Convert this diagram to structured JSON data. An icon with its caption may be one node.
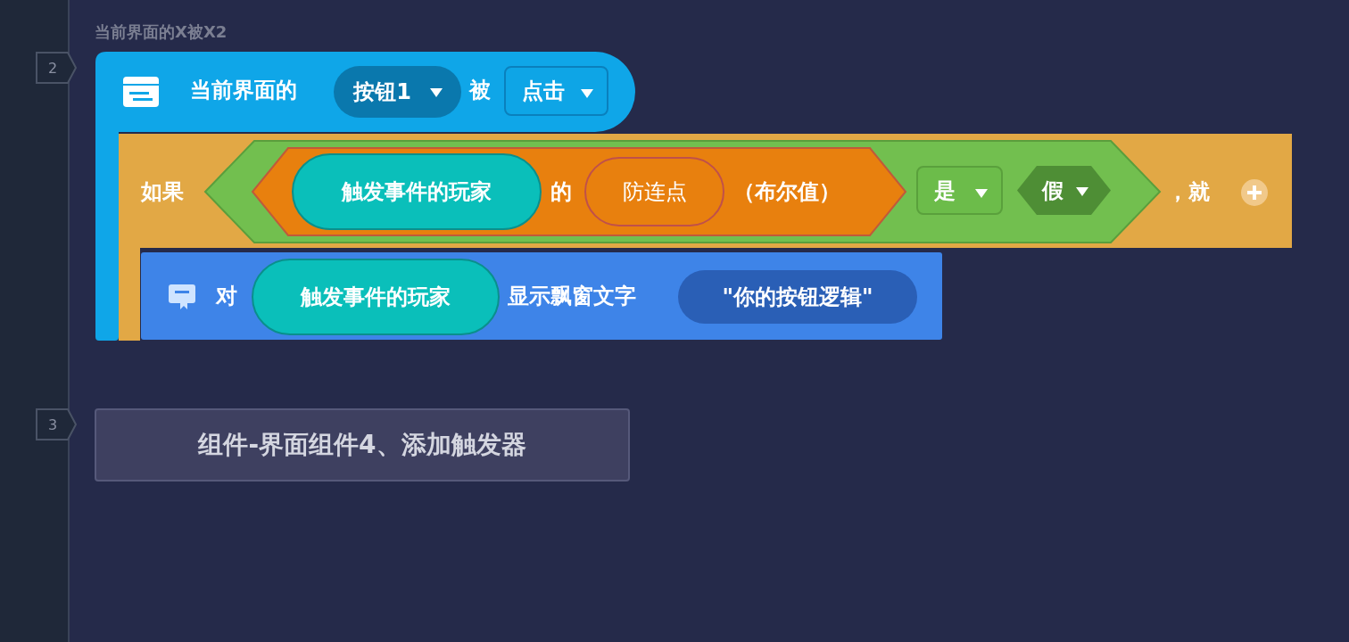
{
  "diagram": {
    "nodes": [
      {
        "text": [
          "2"
        ]
      },
      {
        "text": [
          "当前界面的",
          "被"
        ]
      },
      {
        "text": [
          "按钮1"
        ],
        "in": 1
      },
      {
        "text": [
          "点击"
        ],
        "in": 1
      },
      {
        "text": [
          "如果",
          "，就"
        ]
      },
      {
        "text": [],
        "shape": "hexagon",
        "in": 4
      },
      {
        "text": [
          "的",
          "（布尔值）"
        ],
        "in": 5
      },
      {
        "text": [
          "触发事件的玩家"
        ],
        "in": 6
      },
      {
        "text": [
          "防连点"
        ],
        "in": 6
      },
      {
        "text": [
          "是"
        ],
        "in": 5
      },
      {
        "text": [
          "假"
        ],
        "in": 5
      },
      {
        "text": [
          "对",
          "显示飘窗文字"
        ]
      },
      {
        "text": [
          "触发事件的玩家"
        ],
        "in": 11
      },
      {
        "text": [
          "\"你的按钮逻辑\""
        ],
        "in": 11
      },
      {
        "text": [
          "3"
        ]
      },
      {
        "text": [
          "组件-界面组件4、添加触发器"
        ]
      }
    ],
    "edges": [],
    "labels": [
      "当前界面的X被X2"
    ]
  }
}
